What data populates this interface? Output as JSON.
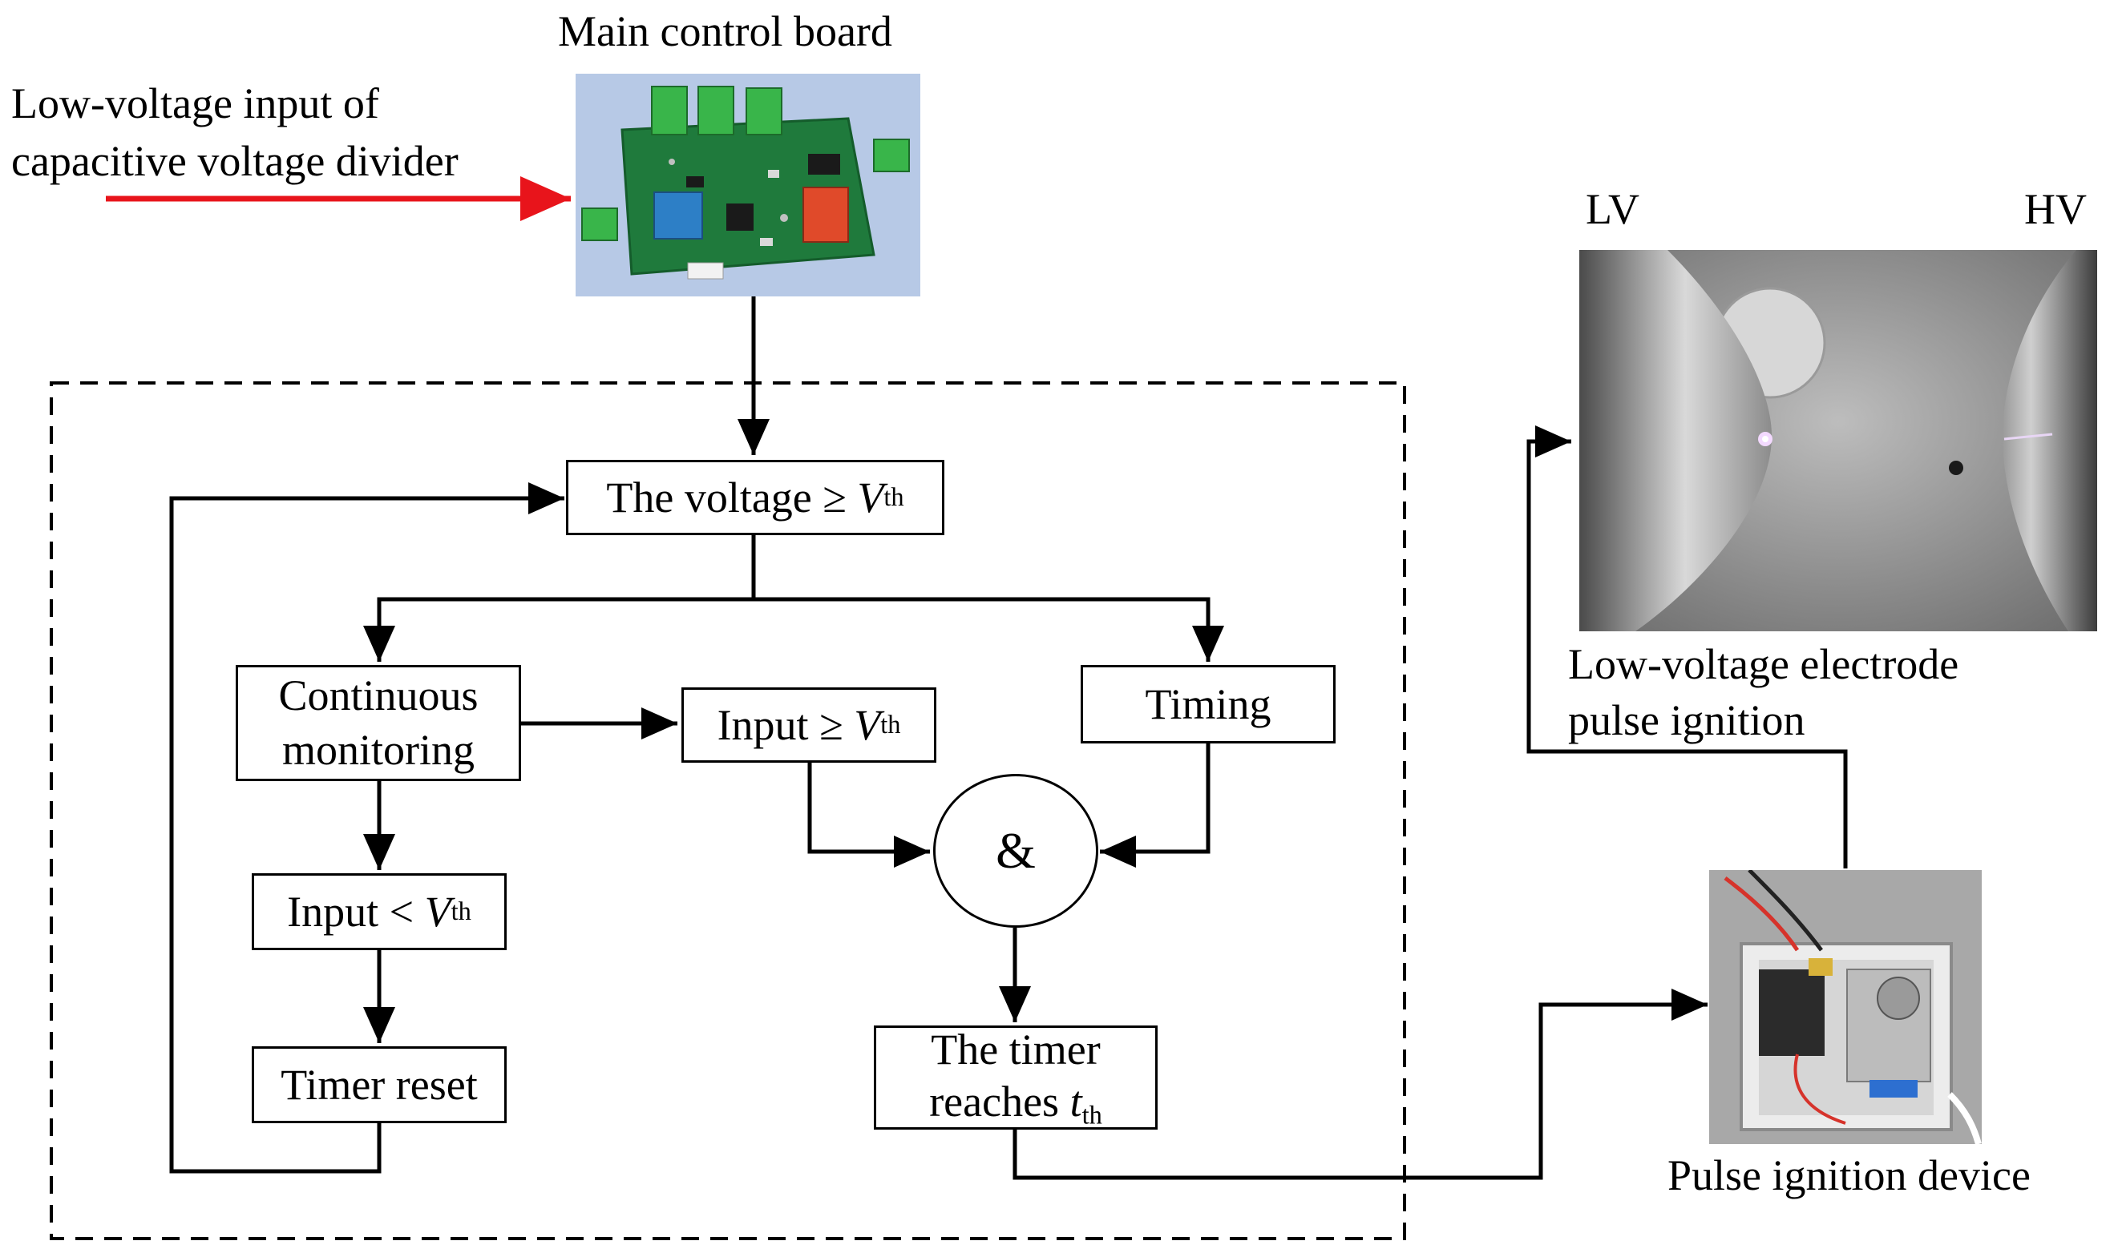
{
  "labels": {
    "main_control_board": "Main control board",
    "low_voltage_input_line1": "Low-voltage input of",
    "low_voltage_input_line2": "capacitive voltage divider",
    "lv": "LV",
    "hv": "HV",
    "electrode_caption_line1": "Low-voltage electrode",
    "electrode_caption_line2": "pulse ignition",
    "pulse_device_caption": "Pulse ignition device"
  },
  "flow": {
    "voltage_check": {
      "text": "The voltage ≥ ",
      "var": "V",
      "sub": "th"
    },
    "continuous_monitoring": [
      "Continuous",
      "monitoring"
    ],
    "input_ge": {
      "text": "Input ≥ ",
      "var": "V",
      "sub": "th"
    },
    "timing": "Timing",
    "input_lt": {
      "text": "Input < ",
      "var": "V",
      "sub": "th"
    },
    "and_gate": "&",
    "timer_reset": "Timer reset",
    "timer_reaches": {
      "line1": "The timer",
      "line2": "reaches ",
      "var": "t",
      "sub": "th"
    }
  },
  "colors": {
    "input_arrow": "#e8141b",
    "lines": "#000000",
    "pcb_green": "#1f7a3c",
    "pcb_background": "#b7c9e6",
    "electrode_background": "#9a9a9a"
  }
}
